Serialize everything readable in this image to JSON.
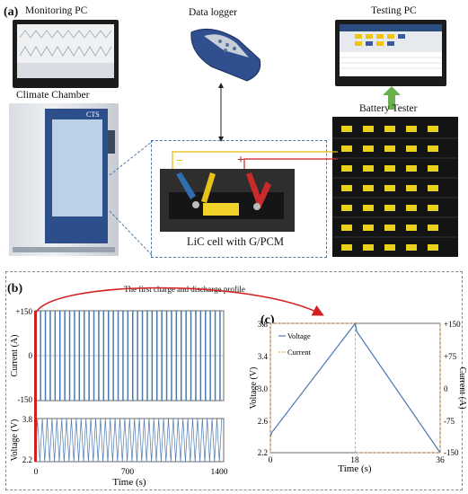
{
  "panel_a": {
    "letter": "(a)",
    "labels": {
      "monitoring_pc": "Monitoring PC",
      "data_logger": "Data logger",
      "testing_pc": "Testing PC",
      "climate_chamber": "Climate Chamber",
      "battery_tester": "Battery Tester",
      "cell": "LiC cell with G/PCM",
      "minus": "−",
      "plus": "+",
      "chamber_brand": "CTS"
    },
    "colors": {
      "dashed_box": "#4a78b0",
      "wire_yellow": "#e6b800",
      "wire_red": "#d21f1f",
      "arrow_green": "#6ab04c"
    }
  },
  "panel_b": {
    "letter": "(b)",
    "annotation": "The first charge and discharge profile",
    "xlabel": "Time (s)",
    "x_ticks": [
      "0",
      "700",
      "1400"
    ],
    "current_ylabel": "Current (A)",
    "current_ticks": [
      "+150",
      "0",
      "-150"
    ],
    "voltage_ylabel": "Voltage (V)",
    "voltage_ticks": [
      "3.8",
      "2.2"
    ]
  },
  "panel_c": {
    "letter": "(c)",
    "xlabel": "Time (s)",
    "x_ticks": [
      "0",
      "18",
      "36"
    ],
    "ylabel_left": "Voltage (V)",
    "left_ticks": [
      "3.8",
      "3.4",
      "3.0",
      "2.6",
      "2.2"
    ],
    "ylabel_right": "Current (A)",
    "right_ticks": [
      "+150",
      "+75",
      "0",
      "-75",
      "-150"
    ],
    "legend": [
      "Voltage",
      "Current"
    ]
  },
  "chart_data": [
    {
      "type": "line",
      "panel": "(b)",
      "subplot": "current",
      "xlabel": "Time (s)",
      "ylabel": "Current (A)",
      "xlim": [
        0,
        1400
      ],
      "ylim": [
        -150,
        150
      ],
      "cycle_period_s": 36,
      "series": [
        {
          "values_square_wave": [
            150,
            -150
          ]
        }
      ]
    },
    {
      "type": "line",
      "panel": "(b)",
      "subplot": "voltage",
      "xlabel": "Time (s)",
      "ylabel": "Voltage (V)",
      "xlim": [
        0,
        1400
      ],
      "ylim": [
        2.2,
        3.8
      ],
      "cycle_period_s": 36,
      "series": [
        {
          "values_triangle_wave": [
            2.2,
            3.8
          ]
        }
      ]
    },
    {
      "type": "line",
      "panel": "(c)",
      "xlabel": "Time (s)",
      "ylabel": "Voltage (V)",
      "ylabel_right": "Current (A)",
      "xlim": [
        0,
        36
      ],
      "ylim": [
        2.2,
        3.8
      ],
      "ylim_right": [
        -150,
        150
      ],
      "series": [
        {
          "name": "Voltage",
          "x": [
            0,
            0.3,
            18,
            18.3,
            36
          ],
          "y": [
            2.4,
            2.45,
            3.8,
            3.7,
            2.2
          ]
        },
        {
          "name": "Current",
          "x": [
            0,
            0,
            18,
            18,
            36,
            36
          ],
          "y": [
            -150,
            150,
            150,
            -150,
            -150,
            150
          ]
        }
      ]
    }
  ]
}
